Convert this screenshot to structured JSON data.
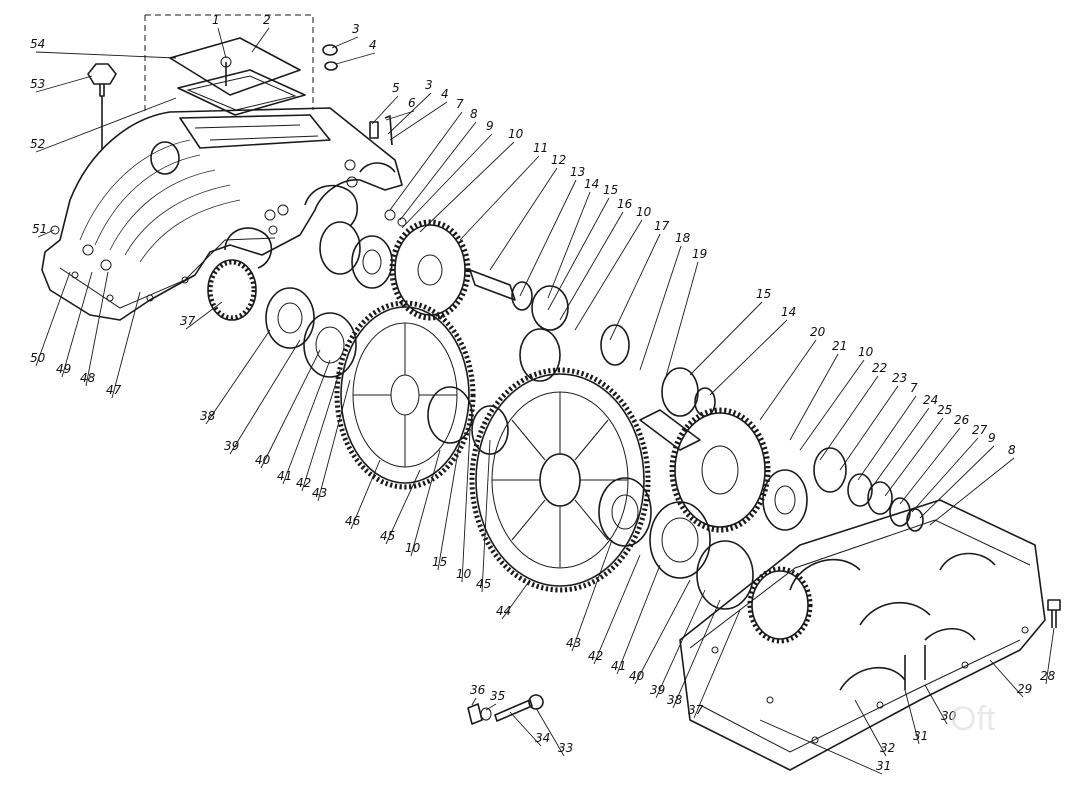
{
  "diagram": {
    "watermark": "Oft",
    "callouts": [
      {
        "text": "1"
      },
      {
        "text": "2"
      },
      {
        "text": "3"
      },
      {
        "text": "4"
      },
      {
        "text": "54"
      },
      {
        "text": "53"
      },
      {
        "text": "52"
      },
      {
        "text": "5"
      },
      {
        "text": "6"
      },
      {
        "text": "3"
      },
      {
        "text": "4"
      },
      {
        "text": "7"
      },
      {
        "text": "8"
      },
      {
        "text": "9"
      },
      {
        "text": "10"
      },
      {
        "text": "11"
      },
      {
        "text": "12"
      },
      {
        "text": "13"
      },
      {
        "text": "14"
      },
      {
        "text": "15"
      },
      {
        "text": "16"
      },
      {
        "text": "10"
      },
      {
        "text": "17"
      },
      {
        "text": "18"
      },
      {
        "text": "19"
      },
      {
        "text": "51"
      },
      {
        "text": "50"
      },
      {
        "text": "49"
      },
      {
        "text": "48"
      },
      {
        "text": "47"
      },
      {
        "text": "37"
      },
      {
        "text": "38"
      },
      {
        "text": "39"
      },
      {
        "text": "40"
      },
      {
        "text": "41"
      },
      {
        "text": "42"
      },
      {
        "text": "43"
      },
      {
        "text": "46"
      },
      {
        "text": "45"
      },
      {
        "text": "10"
      },
      {
        "text": "15"
      },
      {
        "text": "10"
      },
      {
        "text": "45"
      },
      {
        "text": "44"
      },
      {
        "text": "15"
      },
      {
        "text": "14"
      },
      {
        "text": "20"
      },
      {
        "text": "21"
      },
      {
        "text": "10"
      },
      {
        "text": "22"
      },
      {
        "text": "23"
      },
      {
        "text": "7"
      },
      {
        "text": "24"
      },
      {
        "text": "25"
      },
      {
        "text": "26"
      },
      {
        "text": "27"
      },
      {
        "text": "9"
      },
      {
        "text": "8"
      },
      {
        "text": "43"
      },
      {
        "text": "42"
      },
      {
        "text": "41"
      },
      {
        "text": "40"
      },
      {
        "text": "39"
      },
      {
        "text": "38"
      },
      {
        "text": "37"
      },
      {
        "text": "36"
      },
      {
        "text": "35"
      },
      {
        "text": "34"
      },
      {
        "text": "33"
      },
      {
        "text": "28"
      },
      {
        "text": "29"
      },
      {
        "text": "30"
      },
      {
        "text": "31"
      },
      {
        "text": "32"
      },
      {
        "text": "31"
      }
    ]
  }
}
